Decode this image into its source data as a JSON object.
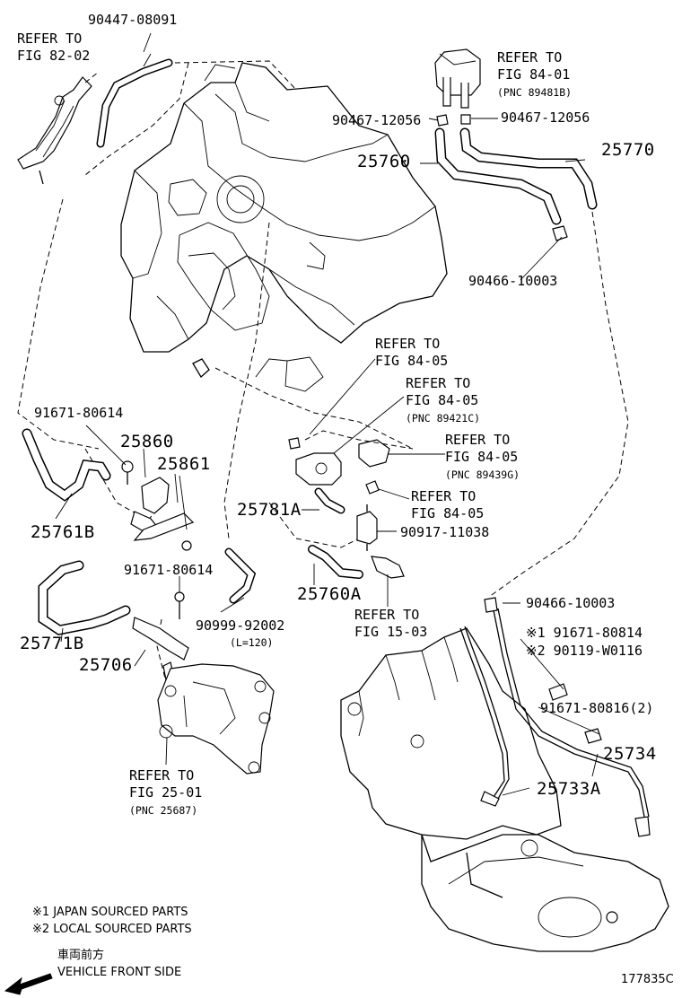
{
  "labels": {
    "refer_82_02": [
      "REFER TO",
      "FIG 82-02"
    ],
    "p90447_08091": "90447-08091",
    "refer_84_01": [
      "REFER TO",
      "FIG 84-01",
      "(PNC 89481B)"
    ],
    "p90467_12056_left": "90467-12056",
    "p90467_12056_right": "90467-12056",
    "p25760": "25760",
    "p25770": "25770",
    "p90466_10003_top": "90466-10003",
    "refer_84_05_a": [
      "REFER TO",
      "FIG 84-05"
    ],
    "refer_84_05_b": [
      "REFER TO",
      "FIG 84-05",
      "(PNC 89421C)"
    ],
    "refer_84_05_c": [
      "REFER TO",
      "FIG 84-05",
      "(PNC 89439G)"
    ],
    "refer_84_05_d": [
      "REFER TO",
      "FIG 84-05"
    ],
    "p91671_80614_top": "91671-80614",
    "p25860": "25860",
    "p25861": "25861",
    "p25761B": "25761B",
    "p25781A": "25781A",
    "p90917_11038": "90917-11038",
    "p91671_80614_bottom": "91671-80614",
    "p25760A": "25760A",
    "p25771B": "25771B",
    "p90999_92002": "90999-92002",
    "l120": "(L=120)",
    "p90466_10003_bottom": "90466-10003",
    "refer_15_03": [
      "REFER TO",
      "FIG 15-03"
    ],
    "p25706": "25706",
    "m1_91671_80814": "※1 91671-80814",
    "m2_90119_W0116": "※2 90119-W0116",
    "p91671_80816": "91671-80816(2)",
    "p25734": "25734",
    "p25733A": "25733A",
    "refer_25_01": [
      "REFER TO",
      "FIG 25-01",
      "(PNC 25687)"
    ]
  },
  "notes": {
    "japan": "※1 JAPAN SOURCED PARTS",
    "local": "※2 LOCAL SOURCED PARTS",
    "direction_jp": "車両前方",
    "direction_en": "VEHICLE FRONT SIDE",
    "figure_id": "177835C"
  }
}
